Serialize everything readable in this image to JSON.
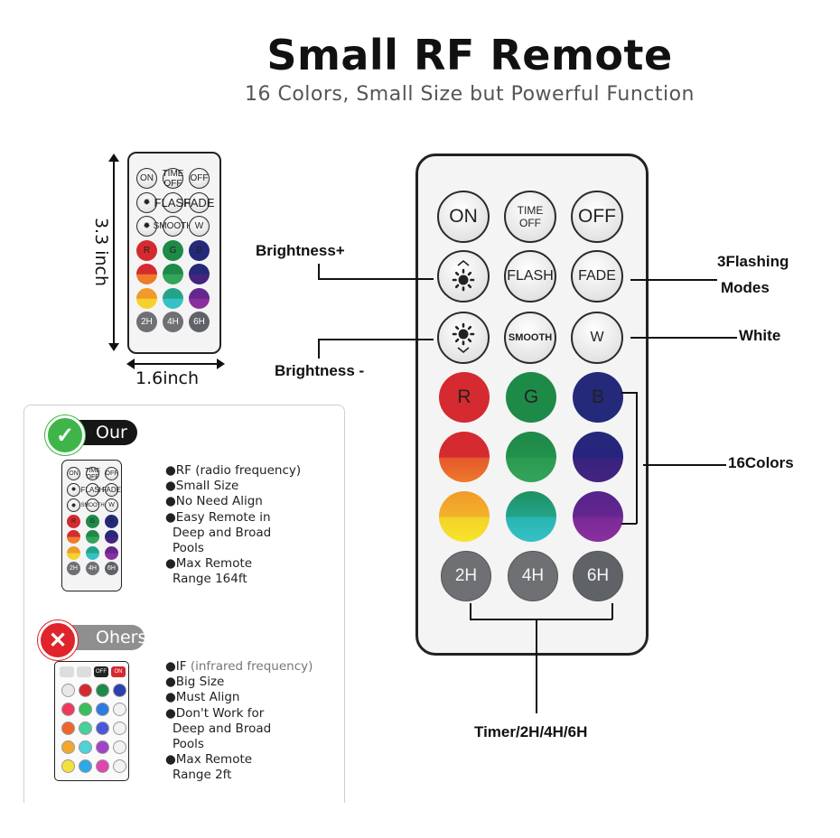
{
  "header": {
    "title": "Small RF Remote",
    "subtitle": "16 Colors, Small Size but Powerful Function"
  },
  "dimensions": {
    "height": "3.3 inch",
    "width": "1.6inch"
  },
  "remote": {
    "on": "ON",
    "time_off": "TIME OFF",
    "off": "OFF",
    "flash": "FLASH",
    "fade": "FADE",
    "smooth": "SMOOTH",
    "white": "W",
    "r": "R",
    "g": "G",
    "b": "B",
    "t2": "2H",
    "t4": "4H",
    "t6": "6H"
  },
  "callouts": {
    "brightness_up": "Brightness+",
    "brightness_down": "Brightness -",
    "flashing_line1": "3Flashing",
    "flashing_line2": "Modes",
    "white": "White",
    "colors": "16Colors",
    "timer": "Timer/2H/4H/6H"
  },
  "comparison": {
    "ours": {
      "label": "Our",
      "features": [
        "●RF (radio frequency)",
        "●Small Size",
        "●No Need Align",
        "●Easy Remote in",
        "Deep and Broad",
        "Pools",
        "●Max Remote",
        "Range 164ft"
      ]
    },
    "others": {
      "label": "Ohers",
      "features": [
        "●IF ",
        "(infrared frequency)",
        "●Big Size",
        "●Must Align",
        "●Don't Work for",
        "Deep and Broad",
        "Pools",
        "●Max Remote",
        "Range 2ft"
      ],
      "mini_off": "OFF",
      "mini_on": "ON"
    }
  },
  "colors": {
    "red": "#d42a30",
    "green": "#1d8a47",
    "blue": "#24297a",
    "gray": "#6e7073",
    "check_green": "#3fb549",
    "x_red": "#e0242b"
  }
}
